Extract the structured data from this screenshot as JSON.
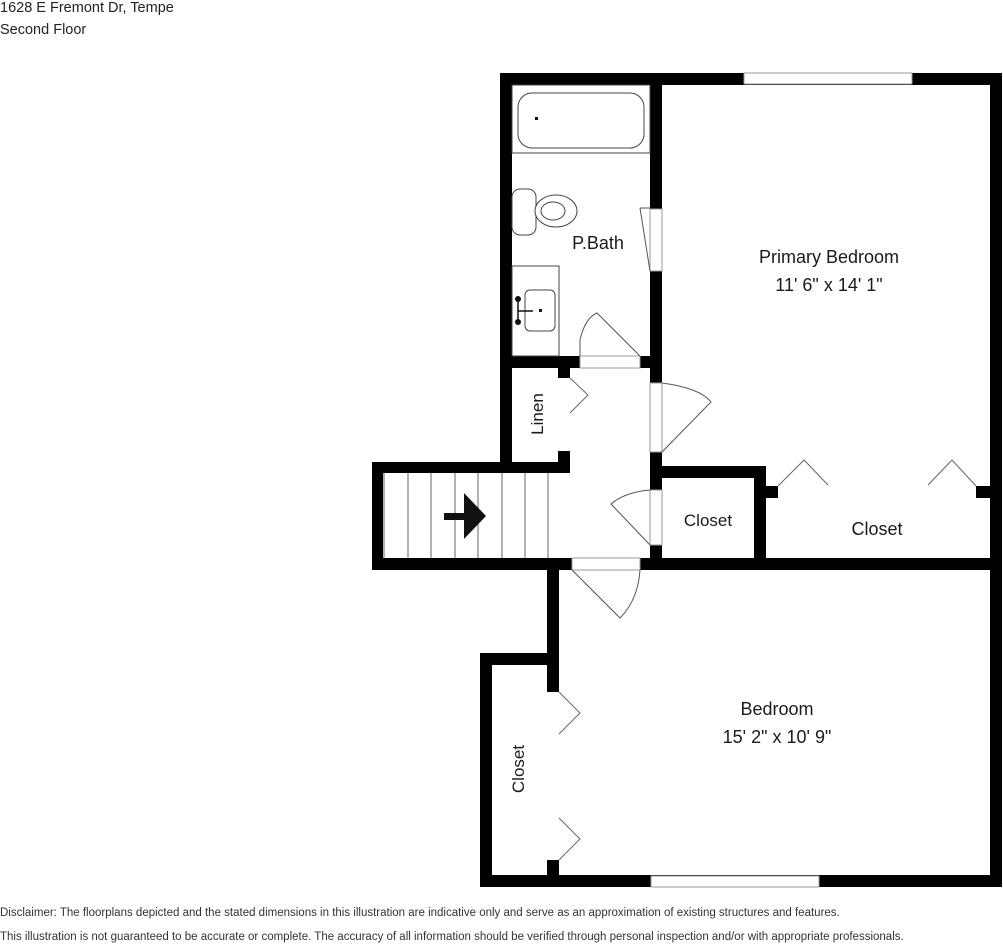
{
  "header": {
    "address": "1628 E Fremont Dr, Tempe",
    "floor": "Second Floor"
  },
  "rooms": {
    "primary_bedroom": {
      "label": "Primary Bedroom",
      "dimensions": "11' 6\" x 14' 1\""
    },
    "primary_bath": {
      "label": "P.Bath"
    },
    "linen": {
      "label": "Linen"
    },
    "hall_closet": {
      "label": "Closet"
    },
    "primary_closet": {
      "label": "Closet"
    },
    "bedroom": {
      "label": "Bedroom",
      "dimensions": "15' 2\" x 10' 9\""
    },
    "bedroom_closet": {
      "label": "Closet"
    }
  },
  "disclaimer": {
    "line1": "Disclaimer: The floorplans depicted and the stated dimensions in this illustration are indicative only and serve as an approximation of existing structures and features.",
    "line2": "This illustration is not guaranteed to be accurate or complete. The accuracy of all information should be verified through personal inspection and/or with appropriate professionals."
  },
  "icons": {
    "stair_direction": "arrow-right-icon"
  },
  "colors": {
    "wall": "#000000",
    "background": "#ffffff",
    "text": "#1a1a1a"
  }
}
